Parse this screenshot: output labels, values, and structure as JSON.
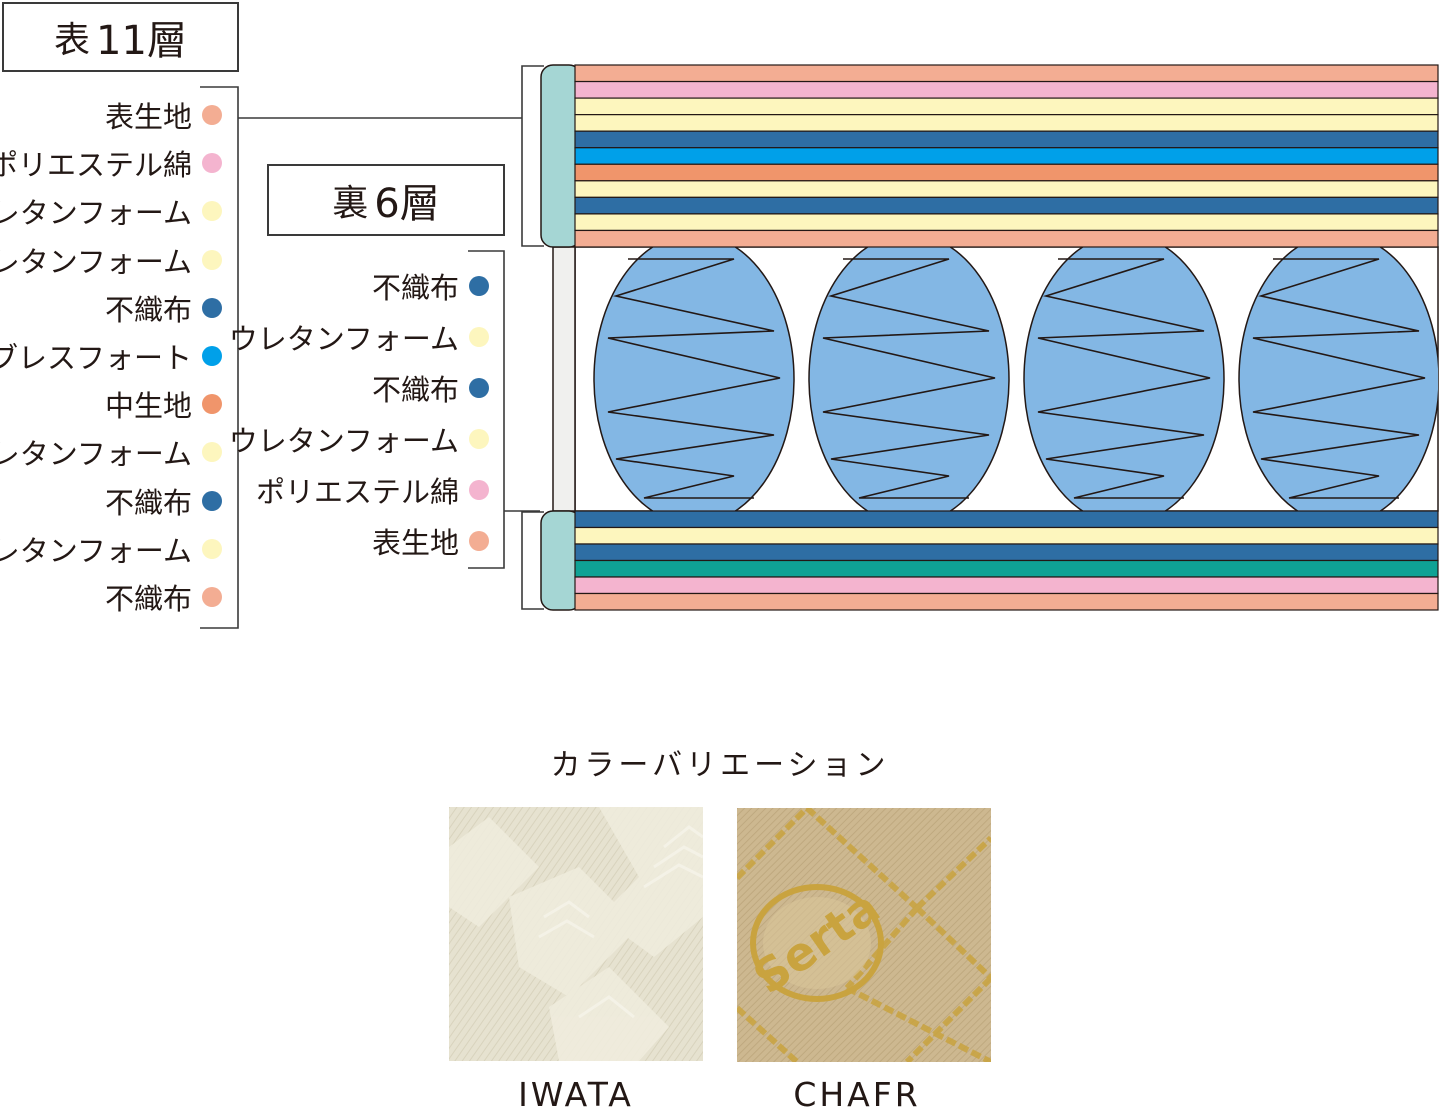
{
  "front": {
    "heading_prefix": "表",
    "heading_number": "11層",
    "layers": [
      {
        "label": "表生地",
        "color": "#f3ad93"
      },
      {
        "label": "ポリエステル綿",
        "color": "#f4b4cf"
      },
      {
        "label": "ウレタンフォーム",
        "color": "#fdf6be"
      },
      {
        "label": "ウレタンフォーム",
        "color": "#fdf6be"
      },
      {
        "label": "不織布",
        "color": "#2e6ea4"
      },
      {
        "label": "ブレスフォート",
        "color": "#00a0e9"
      },
      {
        "label": "中生地",
        "color": "#f0956b"
      },
      {
        "label": "ウレタンフォーム",
        "color": "#fdf6be"
      },
      {
        "label": "不織布",
        "color": "#2e6ea4"
      },
      {
        "label": "ウレタンフォーム",
        "color": "#fdf6be"
      },
      {
        "label": "不織布",
        "color": "#f3ad93"
      }
    ]
  },
  "back": {
    "heading_prefix": "裏",
    "heading_number": "6層",
    "layers": [
      {
        "label": "不織布",
        "color": "#2e6ea4"
      },
      {
        "label": "ウレタンフォーム",
        "color": "#fdf6be"
      },
      {
        "label": "不織布",
        "color": "#2e6ea4"
      },
      {
        "label": "ウレタンフォーム",
        "color": "#fdf6be"
      },
      {
        "label": "ポリエステル綿",
        "color": "#f4b4cf"
      },
      {
        "label": "表生地",
        "color": "#f3ad93"
      }
    ]
  },
  "mattress": {
    "top_bands": [
      "#f3ad93",
      "#f4b4cf",
      "#fdf6be",
      "#fdf6be",
      "#2e6ea4",
      "#00a0e9",
      "#f0956b",
      "#fdf6be",
      "#2e6ea4",
      "#fdf6be",
      "#f3ad93"
    ],
    "bottom_bands": [
      "#2e6ea4",
      "#fdf6be",
      "#2e6ea4",
      "#0fa295",
      "#f4b4cf",
      "#f3ad93"
    ],
    "edge_color": "#a5d6d4",
    "spring_color": "#83b7e4",
    "spring_count": 4
  },
  "color_variation": {
    "title": "カラーバリエーション",
    "swatches": [
      {
        "name": "IWATA",
        "base_color": "#e6e2d0"
      },
      {
        "name": "CHAFR",
        "base_color": "#cdb890",
        "logo_text": "Serta",
        "logo_color": "#c9a33f"
      }
    ]
  }
}
